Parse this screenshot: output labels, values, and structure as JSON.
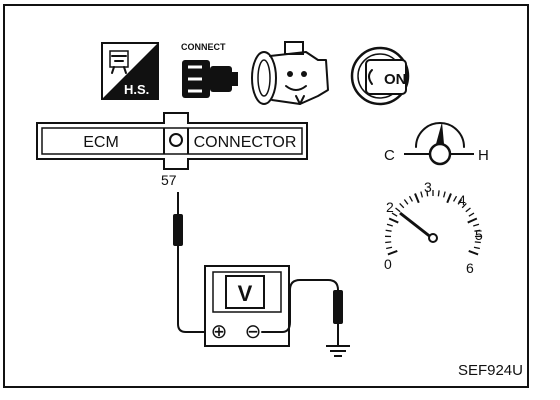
{
  "icons": {
    "hot_standby": {
      "name": "hot-standby-icon",
      "text": "H.S."
    },
    "connect": {
      "name": "connector-connect-icon",
      "text": "CONNECT"
    },
    "engine": {
      "name": "engine-running-icon"
    },
    "ignition": {
      "name": "ignition-key-on-icon",
      "text": "ON"
    }
  },
  "ecm_connector": {
    "left_label": "ECM",
    "right_label": "CONNECTOR"
  },
  "terminal": {
    "number": "57"
  },
  "voltmeter": {
    "symbol": "V",
    "plus": "⊕",
    "minus": "⊖"
  },
  "temperature_gauge": {
    "cold": "C",
    "hot": "H"
  },
  "tachometer": {
    "ticks": [
      "0",
      "2",
      "3",
      "4",
      "5",
      "6"
    ]
  },
  "figure_code": "SEF924U"
}
